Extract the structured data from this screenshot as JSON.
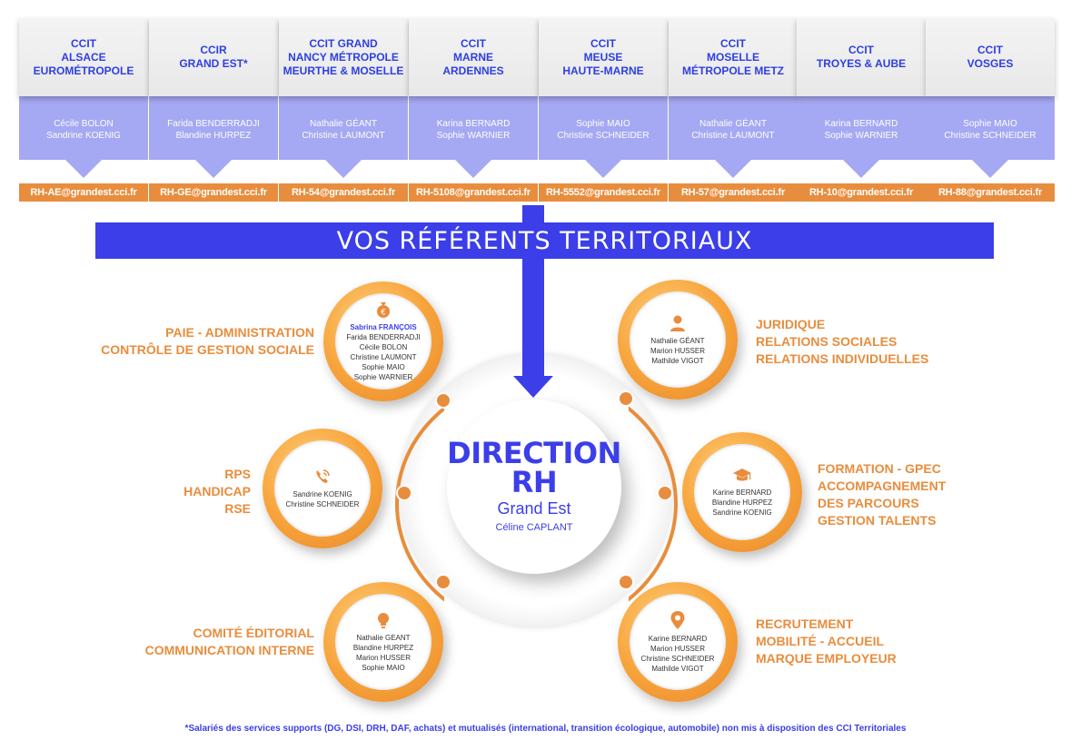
{
  "columns": [
    {
      "line1": "CCIT",
      "line2": "ALSACE",
      "line3": "EUROMÉTROPOLE",
      "person1": "Cécile BOLON",
      "person2": "Sandrine KOENIG",
      "email": "RH-AE@grandest.cci.fr"
    },
    {
      "line1": "CCIR",
      "line2": "GRAND EST*",
      "line3": "",
      "person1": "Farida BENDERRADJI",
      "person2": "Blandine HURPEZ",
      "email": "RH-GE@grandest.cci.fr"
    },
    {
      "line1": "CCIT GRAND",
      "line2": "NANCY MÉTROPOLE",
      "line3": "MEURTHE & MOSELLE",
      "person1": "Nathalie GÉANT",
      "person2": "Christine LAUMONT",
      "email": "RH-54@grandest.cci.fr"
    },
    {
      "line1": "CCIT",
      "line2": "MARNE",
      "line3": "ARDENNES",
      "person1": "Karina BERNARD",
      "person2": "Sophie WARNIER",
      "email": "RH-5108@grandest.cci.fr"
    },
    {
      "line1": "CCIT",
      "line2": "MEUSE",
      "line3": "HAUTE-MARNE",
      "person1": "Sophie MAIO",
      "person2": "Christine SCHNEIDER",
      "email": "RH-5552@grandest.cci.fr"
    },
    {
      "line1": "CCIT",
      "line2": "MOSELLE",
      "line3": "MÉTROPOLE METZ",
      "person1": "Nathalie GÉANT",
      "person2": "Christine LAUMONT",
      "email": "RH-57@grandest.cci.fr"
    },
    {
      "line1": "CCIT",
      "line2": "TROYES & AUBE",
      "line3": "",
      "person1": "Karina BERNARD",
      "person2": "Sophie WARNIER",
      "email": "RH-10@grandest.cci.fr"
    },
    {
      "line1": "CCIT",
      "line2": "VOSGES",
      "line3": "",
      "person1": "Sophie MAIO",
      "person2": "Christine SCHNEIDER",
      "email": "RH-88@grandest.cci.fr"
    }
  ],
  "banner": "VOS RÉFÉRENTS TERRITORIAUX",
  "center": {
    "line1": "DIRECTION",
    "line2": "RH",
    "line3": "Grand Est",
    "line4": "Céline CAPLANT"
  },
  "satellites": {
    "paie": {
      "icon": "money-bag-icon",
      "highlight": "Sabrina FRANÇOIS",
      "names": [
        "Farida BENDERRADJI",
        "Cécile BOLON",
        "Christine LAUMONT",
        "Sophie MAIO",
        "Sophie WARNIER"
      ],
      "label": [
        "PAIE - ADMINISTRATION",
        "CONTRÔLE DE GESTION SOCIALE"
      ]
    },
    "rps": {
      "icon": "phone-icon",
      "names": [
        "Sandrine KOENIG",
        "Christine SCHNEIDER"
      ],
      "label": [
        "RPS",
        "HANDICAP",
        "RSE"
      ]
    },
    "comite": {
      "icon": "lightbulb-icon",
      "names": [
        "Nathalie GEANT",
        "Blandine HURPEZ",
        "Marion HUSSER",
        "Sophie MAIO"
      ],
      "label": [
        "COMITÉ ÉDITORIAL",
        "COMMUNICATION INTERNE"
      ]
    },
    "juridique": {
      "icon": "person-icon",
      "names": [
        "Nathalie GÉANT",
        "Marion HUSSER",
        "Mathilde VIGOT"
      ],
      "label": [
        "JURIDIQUE",
        "RELATIONS SOCIALES",
        "RELATIONS INDIVIDUELLES"
      ]
    },
    "formation": {
      "icon": "graduation-cap-icon",
      "names": [
        "Karine BERNARD",
        "Blandine HURPEZ",
        "Sandrine KOENIG"
      ],
      "label": [
        "FORMATION - GPEC",
        "ACCOMPAGNEMENT",
        "DES PARCOURS",
        "GESTION TALENTS"
      ]
    },
    "recrutement": {
      "icon": "map-pin-icon",
      "names": [
        "Karine BERNARD",
        "Marion HUSSER",
        "Christine SCHNEIDER",
        "Mathilde VIGOT"
      ],
      "label": [
        "RECRUTEMENT",
        "MOBILITÉ - ACCUEIL",
        "MARQUE EMPLOYEUR"
      ]
    }
  },
  "colors": {
    "blue": "#3b3ee9",
    "orange": "#e88d3d",
    "lavender": "#a5a8f2"
  },
  "footnote": "*Salariés des services supports (DG, DSI, DRH, DAF, achats) et mutualisés (international, transition écologique, automobile) non mis à disposition des CCI Territoriales"
}
